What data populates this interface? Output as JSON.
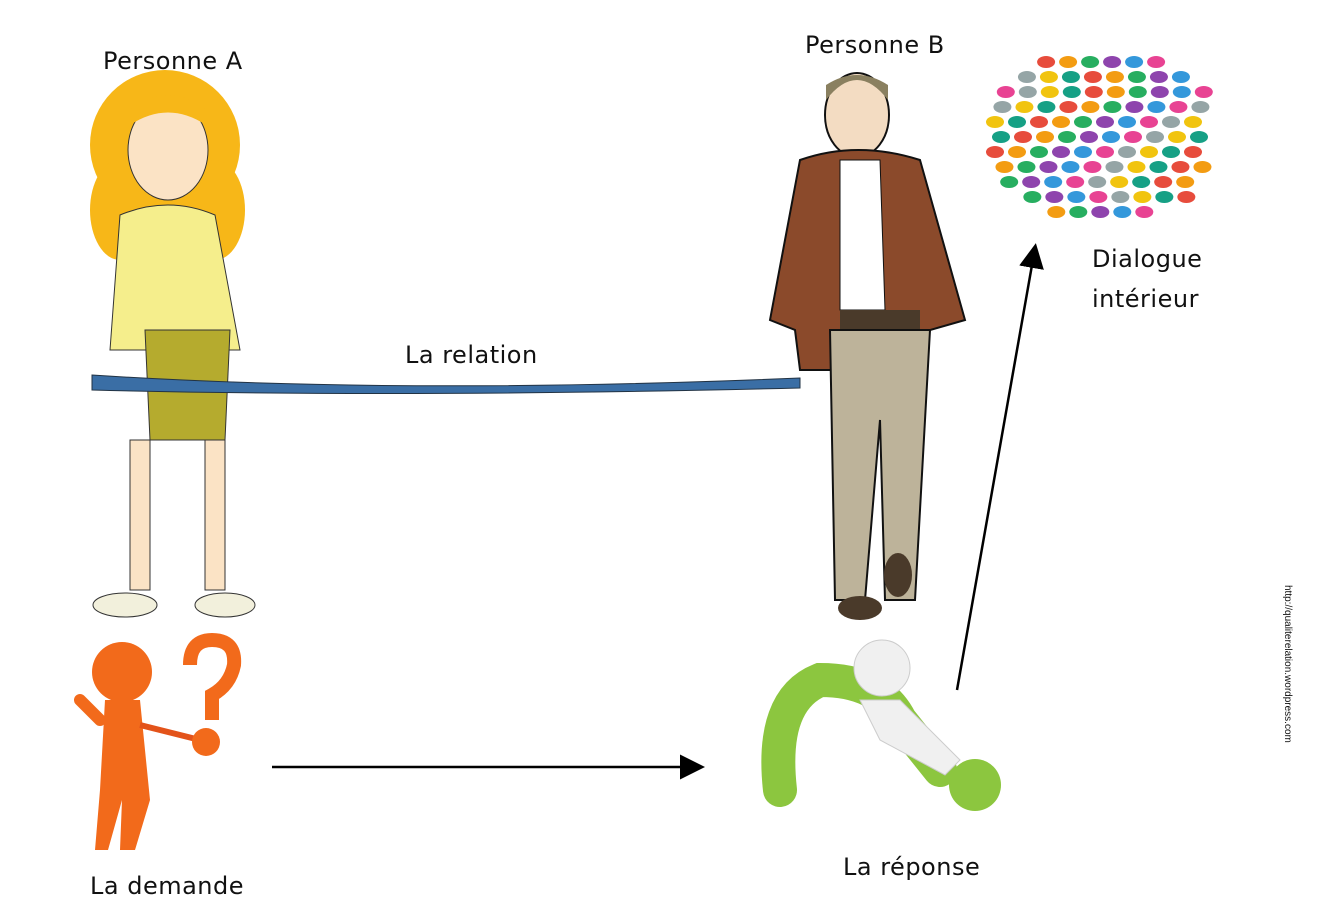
{
  "labels": {
    "person_a": "Personne A",
    "person_b": "Personne B",
    "relation": "La relation",
    "demande": "La demande",
    "reponse": "La réponse",
    "dialogue_line1": "Dialogue",
    "dialogue_line2": "intérieur"
  },
  "url": "http://qualiterelation.wordpress.com",
  "colors": {
    "relation_band": "#3a6ea5",
    "demande_figure": "#f26a1b",
    "reponse_question": "#8cc63f"
  }
}
